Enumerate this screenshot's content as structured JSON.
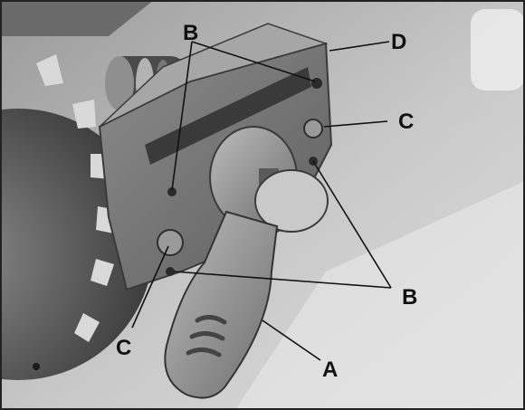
{
  "figure": {
    "subject": "saw-blade-guard-bracket-with-cam-lever",
    "tone": "grayscale-photograph",
    "callouts": {
      "a": "A",
      "b_top": "B",
      "b_right": "B",
      "c_right": "C",
      "c_left": "C",
      "d": "D"
    },
    "colors": {
      "border": "#222222",
      "label": "#111111",
      "leader": "#111111"
    }
  }
}
